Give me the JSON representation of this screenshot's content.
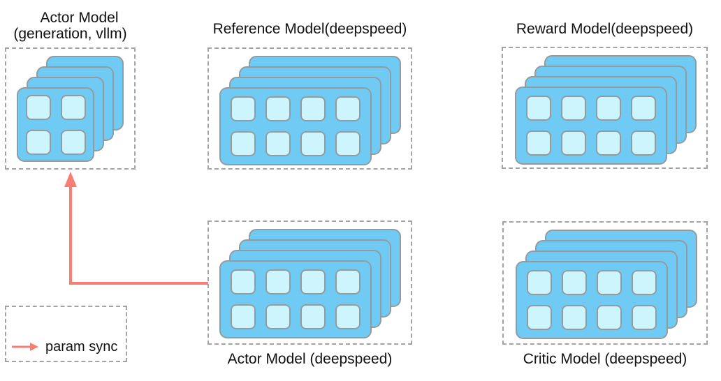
{
  "colors": {
    "background": "#FFFFFF",
    "text": "#111111",
    "card_fill": "#70CBF4",
    "card_border": "#949B9E",
    "cell_fill": "#CCF5FD",
    "cell_border": "#949B9E",
    "dash_border": "#A3A3A3",
    "arrow": "#F87E74"
  },
  "models": [
    {
      "name": "actor-generation-vllm",
      "title_line1": "Actor Model",
      "title_line2": "(generation, vllm)",
      "stack": {
        "cards": 4,
        "grid_cols": 2,
        "grid_rows": 2
      }
    },
    {
      "name": "reference-model",
      "title": "Reference Model(deepspeed)",
      "stack": {
        "cards": 4,
        "grid_cols": 4,
        "grid_rows": 2
      }
    },
    {
      "name": "reward-model",
      "title": "Reward Model(deepspeed)",
      "stack": {
        "cards": 4,
        "grid_cols": 4,
        "grid_rows": 2
      }
    },
    {
      "name": "actor-model-deepspeed",
      "title": "Actor Model (deepspeed)",
      "stack": {
        "cards": 4,
        "grid_cols": 4,
        "grid_rows": 2
      }
    },
    {
      "name": "critic-model-deepspeed",
      "title": "Critic Model (deepspeed)",
      "stack": {
        "cards": 4,
        "grid_cols": 4,
        "grid_rows": 2
      }
    }
  ],
  "param_sync_arrow": {
    "from": "Actor Model (deepspeed)",
    "to": "Actor Model (generation, vllm)"
  },
  "legend": {
    "label": "param sync"
  }
}
